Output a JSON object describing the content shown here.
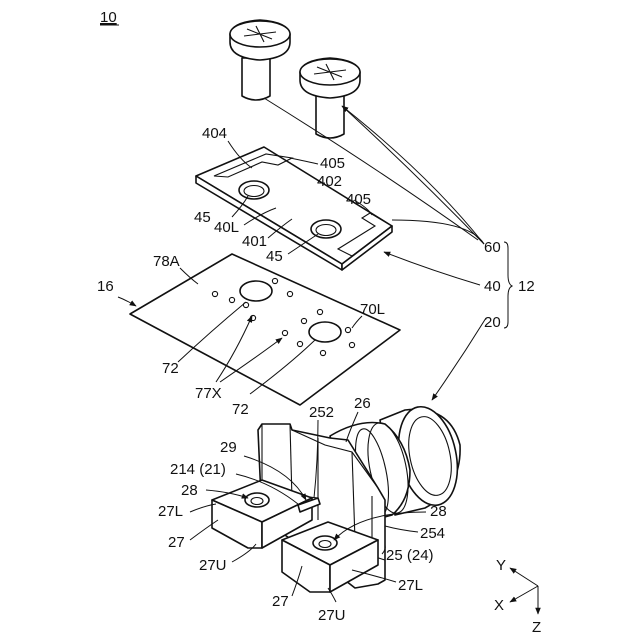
{
  "figure": {
    "figure_ref": "10",
    "labels": {
      "l404": "404",
      "l405a": "405",
      "l402": "402",
      "l405b": "405",
      "l45a": "45",
      "l40L": "40L",
      "l401": "401",
      "l45b": "45",
      "l60": "60",
      "l40": "40",
      "l12": "12",
      "l20": "20",
      "l16": "16",
      "l78A": "78A",
      "l70L": "70L",
      "l72a": "72",
      "l77X": "77X",
      "l72b": "72",
      "l252": "252",
      "l26": "26",
      "l29": "29",
      "l214": "214 (21)",
      "l28a": "28",
      "l27La": "27L",
      "l28b": "28",
      "l254": "254",
      "l27a": "27",
      "l25": "25 (24)",
      "l27Ua": "27U",
      "l27b": "27",
      "l27Ub": "27U",
      "l27Lb": "27L"
    },
    "axes": {
      "y": "Y",
      "x": "X",
      "z": "Z"
    }
  }
}
